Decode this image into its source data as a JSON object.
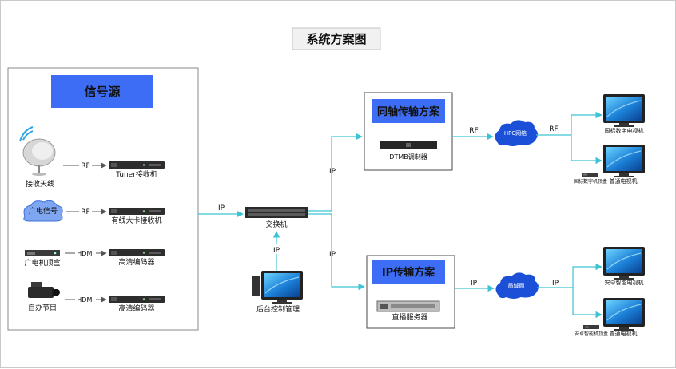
{
  "title": "系统方案图",
  "source_panel": {
    "header": "信号源"
  },
  "sources": [
    {
      "device": "接收天线",
      "link": "RF",
      "receiver": "Tuner接收机"
    },
    {
      "device": "广电信号",
      "link": "RF",
      "receiver": "有线大卡接收机"
    },
    {
      "device": "广电机顶盒",
      "link": "HDMI",
      "receiver": "高清编码器"
    },
    {
      "device": "自办节目",
      "link": "HDMI",
      "receiver": "高清编码器"
    }
  ],
  "switch": {
    "label": "交换机",
    "in_link": "IP",
    "up_link": "IP",
    "down_link": "IP",
    "ctrl_link": "IP"
  },
  "control": {
    "label": "后台控制管理"
  },
  "coax": {
    "header": "同轴传输方案",
    "device": "DTMB调制器",
    "link1": "RF",
    "cloud": "HFC网络",
    "link2": "RF"
  },
  "ip": {
    "header": "IP传输方案",
    "device": "直播服务器",
    "link1": "IP",
    "cloud": "局域网",
    "link2": "IP"
  },
  "coax_terminals": [
    {
      "label": "国标数字电视机"
    },
    {
      "label": "普通电视机",
      "stb": "国标数字机顶盒"
    }
  ],
  "ip_terminals": [
    {
      "label": "安卓智能电视机"
    },
    {
      "label": "普通电视机",
      "stb": "安卓智能机顶盒"
    }
  ],
  "colors": {
    "header_blue": "#3d6cf5",
    "line_cyan": "#3cc3d4",
    "cloud_blue": "#1b4fd8"
  }
}
